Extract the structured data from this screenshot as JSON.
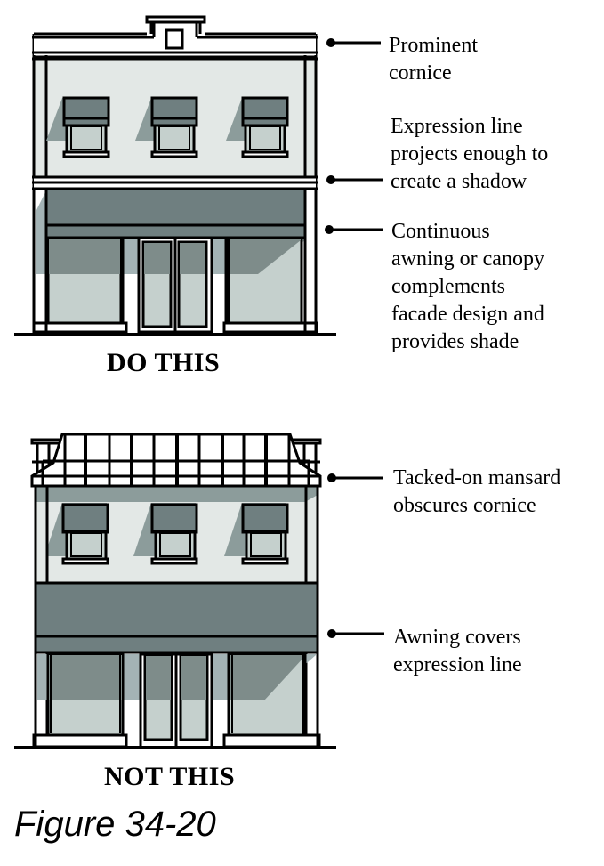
{
  "figure": {
    "title": "Figure 34-20",
    "colors": {
      "line": "#000000",
      "wall": "#e3e8e6",
      "awning": "#6f7f80",
      "shadow": "#8c9c9b",
      "glass": "#c5d0cd",
      "glass_shadow": "#7e8c8a",
      "background": "#ffffff"
    }
  },
  "good_example": {
    "caption": "DO THIS",
    "callouts": [
      {
        "id": "prominent-cornice",
        "text": "Prominent\ncornice"
      },
      {
        "id": "expression-line",
        "text": "Expression line\nprojects enough to\ncreate a shadow"
      },
      {
        "id": "continuous-awning",
        "text": "Continuous\nawning or canopy\ncomplements\nfacade design and\nprovides shade"
      }
    ]
  },
  "bad_example": {
    "caption": "NOT THIS",
    "callouts": [
      {
        "id": "tacked-on-mansard",
        "text": "Tacked-on mansard\nobscures cornice"
      },
      {
        "id": "awning-covers",
        "text": "Awning covers\nexpression line"
      }
    ]
  }
}
